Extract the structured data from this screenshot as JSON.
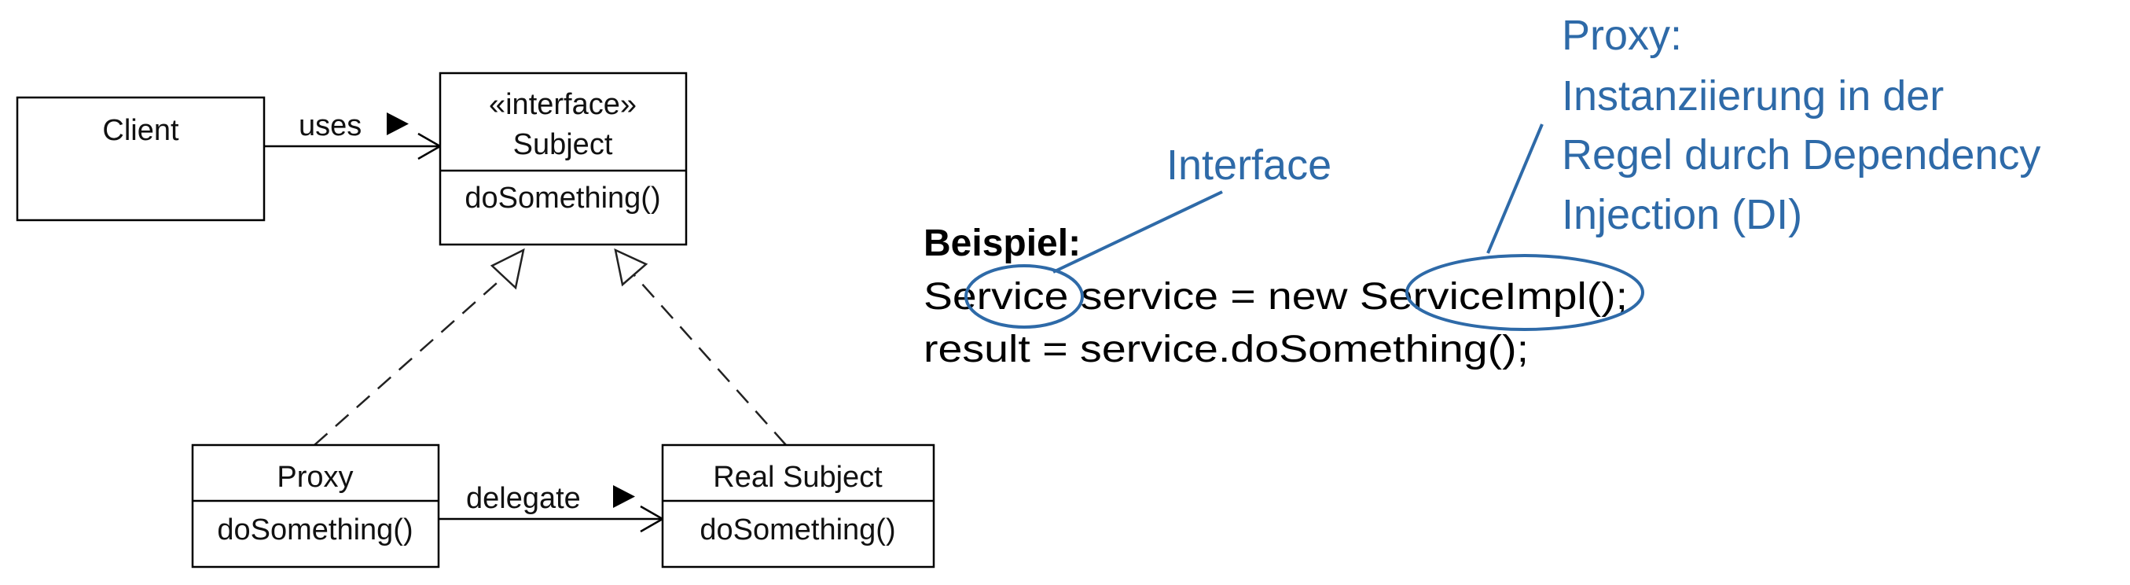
{
  "uml": {
    "client": {
      "name": "Client"
    },
    "subject": {
      "stereotype": "«interface»",
      "name": "Subject",
      "method": "doSomething()"
    },
    "proxy": {
      "name": "Proxy",
      "method": "doSomething()"
    },
    "real_subject": {
      "name": "Real Subject",
      "method": "doSomething()"
    },
    "uses_label": "uses",
    "delegate_label": "delegate"
  },
  "example": {
    "heading": "Beispiel:",
    "line1_type": "Service",
    "line1_middle": " service = new ",
    "line1_impl": "ServiceImpl();",
    "line2": "result = service.doSomething();"
  },
  "annotations": {
    "interface_label": "Interface",
    "proxy_note": [
      "Proxy:",
      "Instanziierung in der",
      "Regel durch Dependency",
      "Injection (DI)"
    ]
  },
  "colors": {
    "annotation": "#2e6aa8",
    "text": "#000000"
  }
}
